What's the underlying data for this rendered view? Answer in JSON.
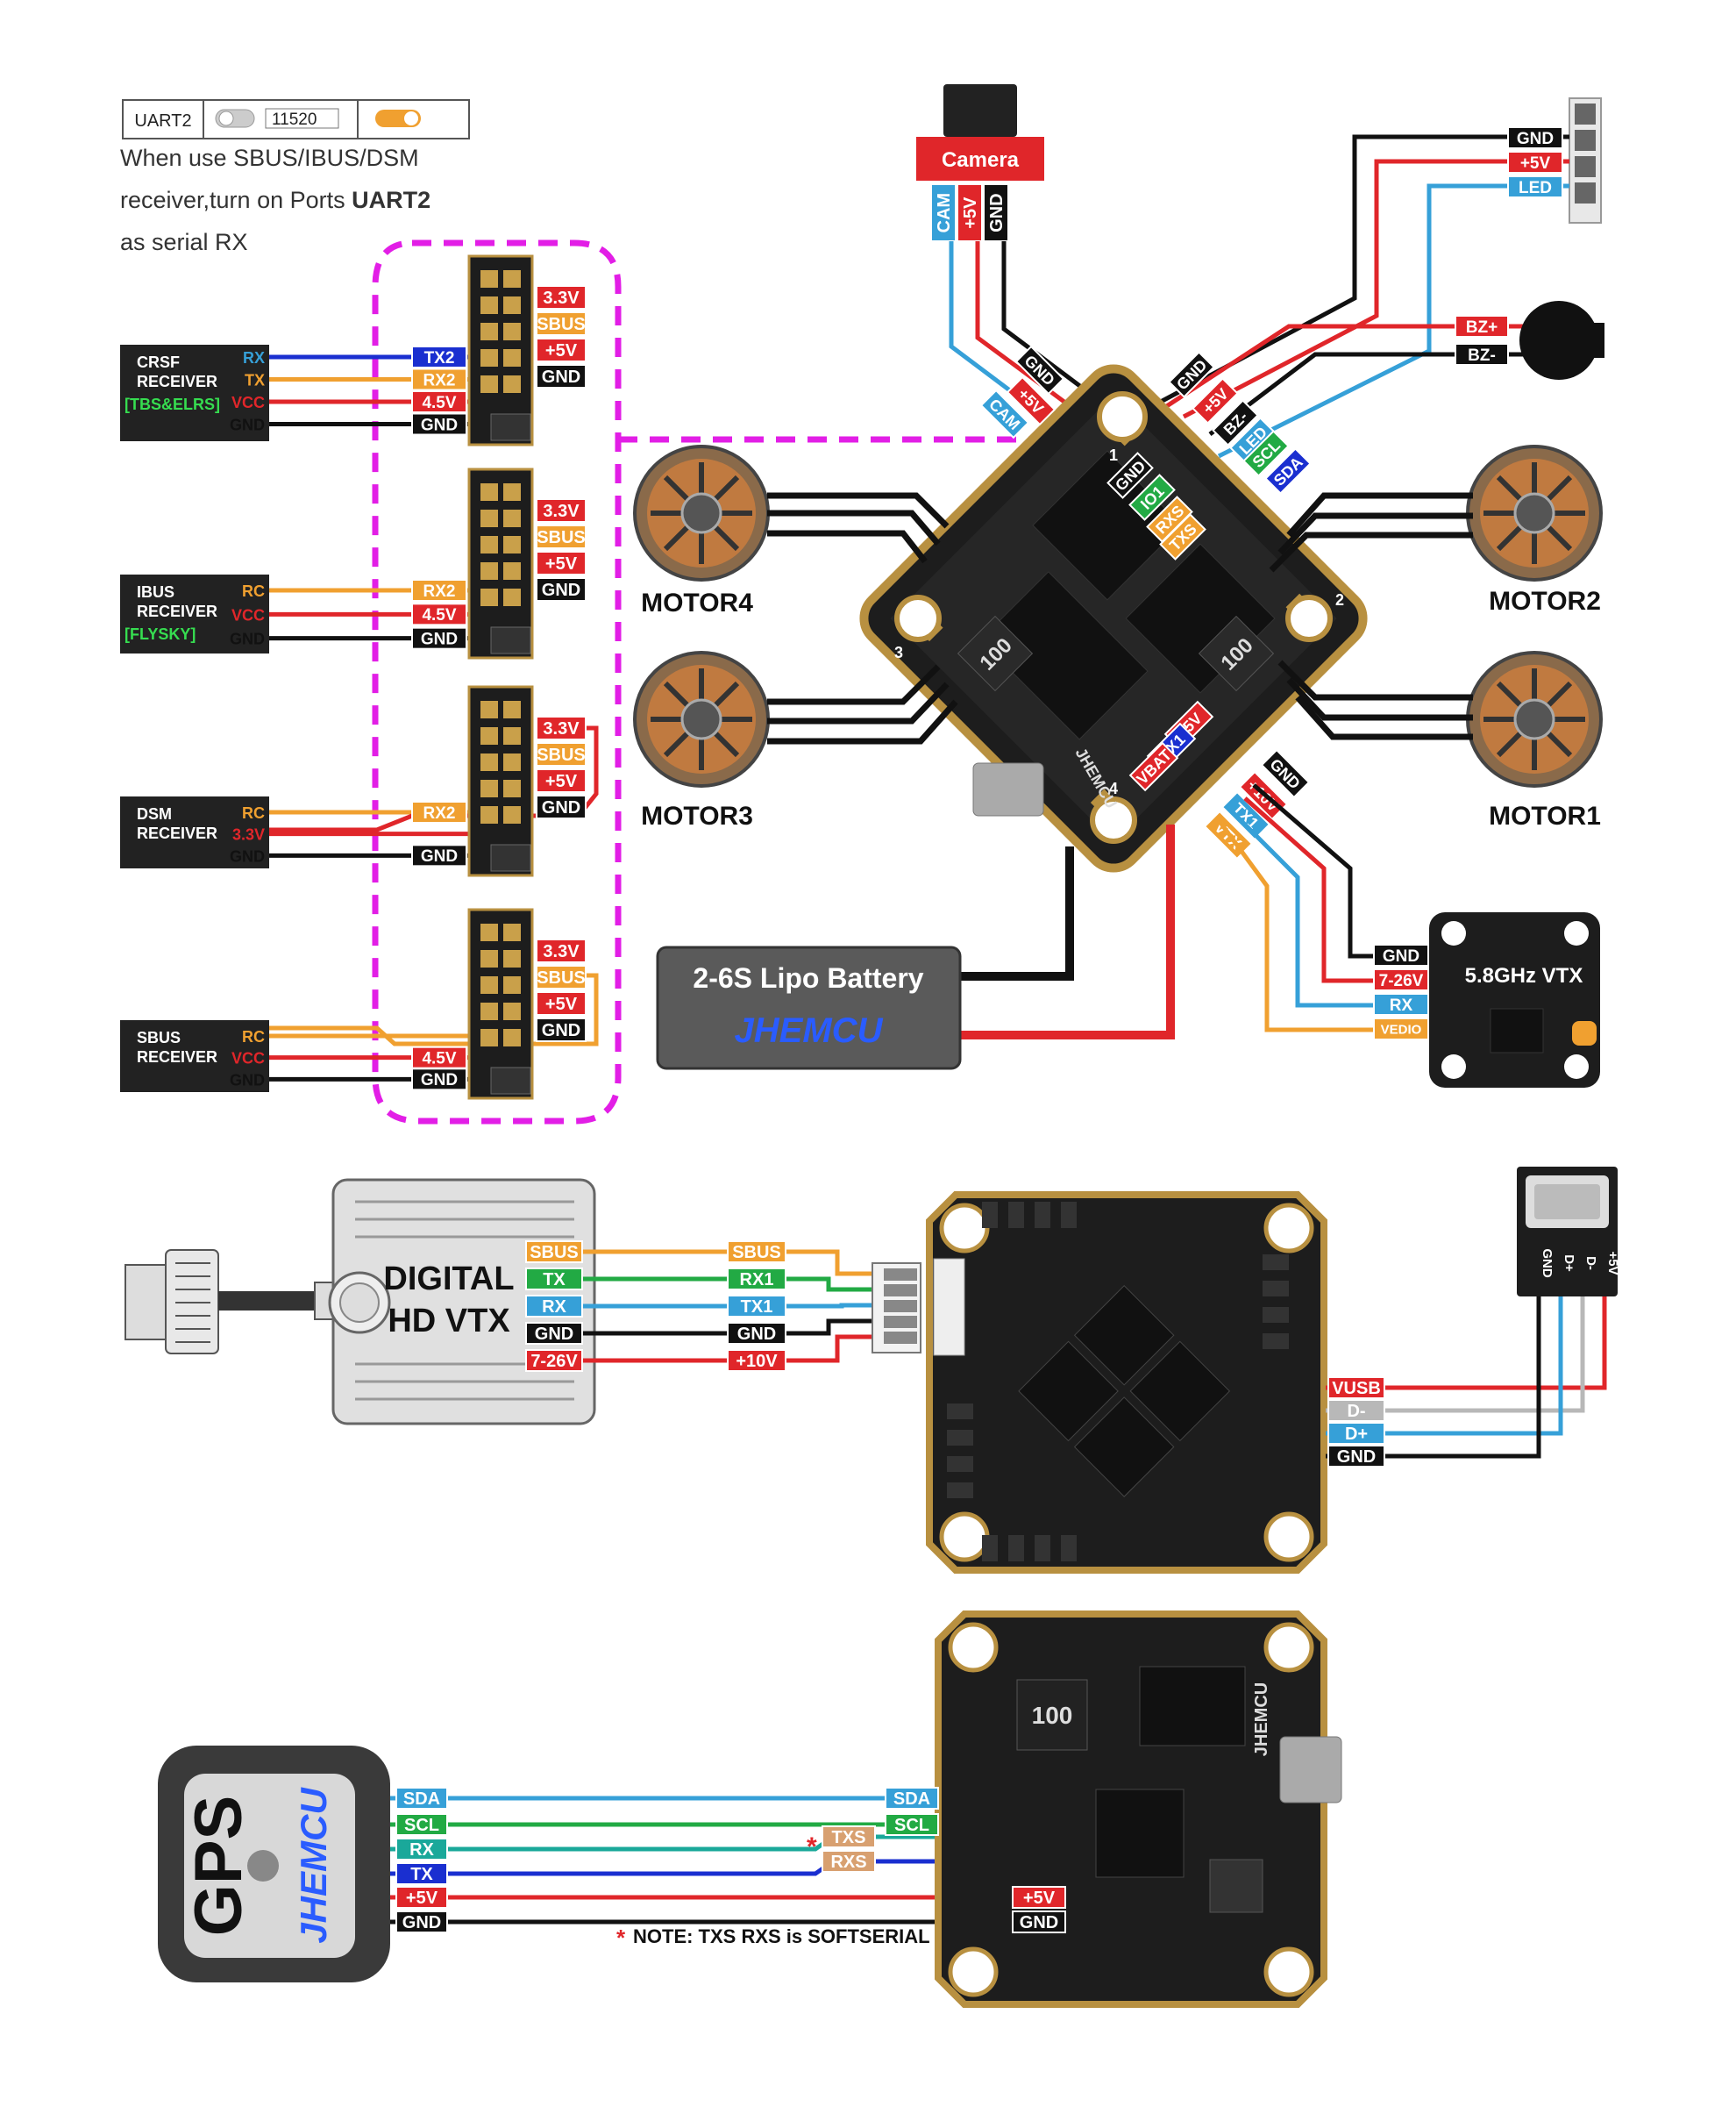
{
  "uart_panel": {
    "port": "UART2",
    "baud": "11520",
    "note_line1": "When use SBUS/IBUS/DSM",
    "note_line2_prefix": "receiver,turn on Ports ",
    "note_line2_bold": "UART2",
    "note_line3": "as serial RX"
  },
  "receivers": [
    {
      "name": "CRSF\nRECEIVER",
      "tag": "[TBS&ELRS]",
      "pins": [
        "RX",
        "TX",
        "VCC",
        "GND"
      ]
    },
    {
      "name": "IBUS\nRECEIVER",
      "tag": "[FLYSKY]",
      "pins": [
        "RC",
        "VCC",
        "GND"
      ]
    },
    {
      "name": "DSM\nRECEIVER",
      "tag": "",
      "pins": [
        "RC",
        "3.3V",
        "GND"
      ]
    },
    {
      "name": "SBUS\nRECEIVER",
      "tag": "",
      "pins": [
        "RC",
        "VCC",
        "GND"
      ]
    }
  ],
  "pad_stacks": [
    {
      "wire_labels": [
        "TX2",
        "RX2",
        "4.5V",
        "GND"
      ],
      "pad_labels": [
        "3.3V",
        "SBUS",
        "+5V",
        "GND"
      ]
    },
    {
      "wire_labels": [
        "RX2",
        "4.5V",
        "GND"
      ],
      "pad_labels": [
        "3.3V",
        "SBUS",
        "+5V",
        "GND"
      ]
    },
    {
      "wire_labels": [
        "RX2",
        "GND"
      ],
      "pad_labels": [
        "3.3V",
        "SBUS",
        "+5V",
        "GND"
      ]
    },
    {
      "wire_labels": [
        "4.5V",
        "GND"
      ],
      "pad_labels": [
        "3.3V",
        "SBUS",
        "+5V",
        "GND"
      ]
    }
  ],
  "camera": {
    "label": "Camera",
    "pins": [
      "CAM",
      "+5V",
      "GND"
    ]
  },
  "led_strip": {
    "pins": [
      "GND",
      "+5V",
      "LED"
    ]
  },
  "buzzer": {
    "pins": [
      "BZ+",
      "BZ-"
    ]
  },
  "motors": [
    "MOTOR4",
    "MOTOR2",
    "MOTOR3",
    "MOTOR1"
  ],
  "fc_top_labels": {
    "cam_side": [
      "GND",
      "+5V",
      "CAM"
    ],
    "right_side": [
      "GND",
      "+5V",
      "BZ-",
      "LED",
      "SCL",
      "SDA"
    ],
    "center": [
      "GND",
      "IO1",
      "RXS",
      "TXS"
    ],
    "bottom_right": [
      "+5V",
      "RX1",
      "VBAT",
      "GND",
      "+10V",
      "TX1",
      "VTX"
    ],
    "corner_numbers": [
      "1",
      "2",
      "3",
      "4"
    ],
    "chips": [
      "100",
      "100"
    ],
    "brand": "JHEMCU"
  },
  "battery": {
    "label": "2-6S Lipo Battery",
    "brand": "JHEMCU"
  },
  "analog_vtx": {
    "label": "5.8GHz VTX",
    "pins": [
      "GND",
      "7-26V",
      "RX",
      "VEDIO"
    ]
  },
  "digital_vtx": {
    "title_line1": "DIGITAL",
    "title_line2": "HD  VTX",
    "vtx_pins": [
      "SBUS",
      "TX",
      "RX",
      "GND",
      "7-26V"
    ],
    "fc_pins": [
      "SBUS",
      "RX1",
      "TX1",
      "GND",
      "+10V"
    ]
  },
  "usb": {
    "pins": [
      "VUSB",
      "D-",
      "D+",
      "GND"
    ],
    "header_pins": [
      "GND",
      "D+",
      "D-",
      "+5V"
    ]
  },
  "gps": {
    "title": "GPS",
    "brand": "JHEMCU",
    "pins": [
      "SDA",
      "SCL",
      "RX",
      "TX",
      "+5V",
      "GND"
    ],
    "fc_pins": [
      "SDA",
      "SCL",
      "TXS",
      "RXS",
      "+5V",
      "GND"
    ],
    "asterisk": "*",
    "note_star": "*",
    "note": "NOTE: TXS RXS is SOFTSERIAL"
  },
  "fc_bottom": {
    "chip_label": "100",
    "side_text": "JHEMCU"
  },
  "colors": {
    "red": "#e0262a",
    "orange": "#f0a030",
    "blue": "#1a2fd0",
    "lightblue": "#36a0d8",
    "green": "#22aa44",
    "black": "#111111",
    "magenta": "#e21ee6",
    "white": "#ffffff",
    "gray": "#cccccc",
    "teal": "#1aa89a",
    "lightgray": "#b8b8b8"
  }
}
